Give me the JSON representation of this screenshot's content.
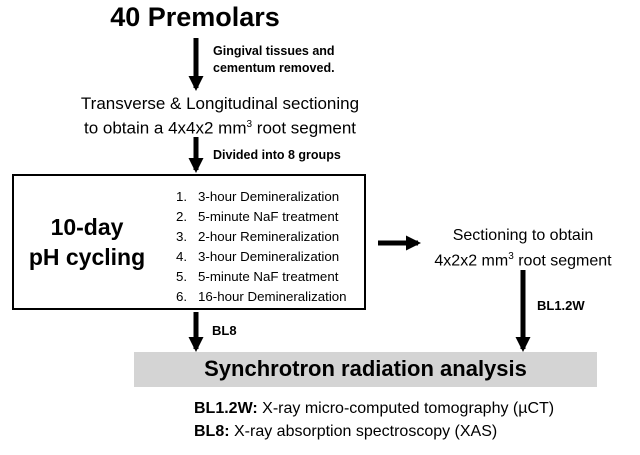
{
  "title": "40 Premolars",
  "step1_note": [
    "Gingival tissues and",
    "cementum removed."
  ],
  "sectioning": [
    "Transverse & Longitudinal sectioning",
    "to obtain a 4x4x2 mm",
    "3",
    " root segment"
  ],
  "step2_note": "Divided into 8 groups",
  "cycling": {
    "title": [
      "10-day",
      "pH cycling"
    ],
    "steps": [
      {
        "num": "1.",
        "text": "3-hour Demineralization"
      },
      {
        "num": "2.",
        "text": "5-minute NaF treatment"
      },
      {
        "num": "3.",
        "text": "2-hour Remineralization"
      },
      {
        "num": "4.",
        "text": "3-hour Demineralization"
      },
      {
        "num": "5.",
        "text": "5-minute NaF treatment"
      },
      {
        "num": "6.",
        "text": "16-hour Demineralization"
      }
    ]
  },
  "right_sectioning": [
    "Sectioning to obtain",
    "4x2x2 mm",
    "3",
    " root segment"
  ],
  "bl8_label": "BL8",
  "bl12w_label": "BL1.2W",
  "analysis": "Synchrotron radiation analysis",
  "legend": [
    {
      "key": "BL1.2W:",
      "text": " X-ray micro-computed tomography (µCT)"
    },
    {
      "key": "BL8:",
      "text": " X-ray absorption spectroscopy (XAS)"
    }
  ]
}
